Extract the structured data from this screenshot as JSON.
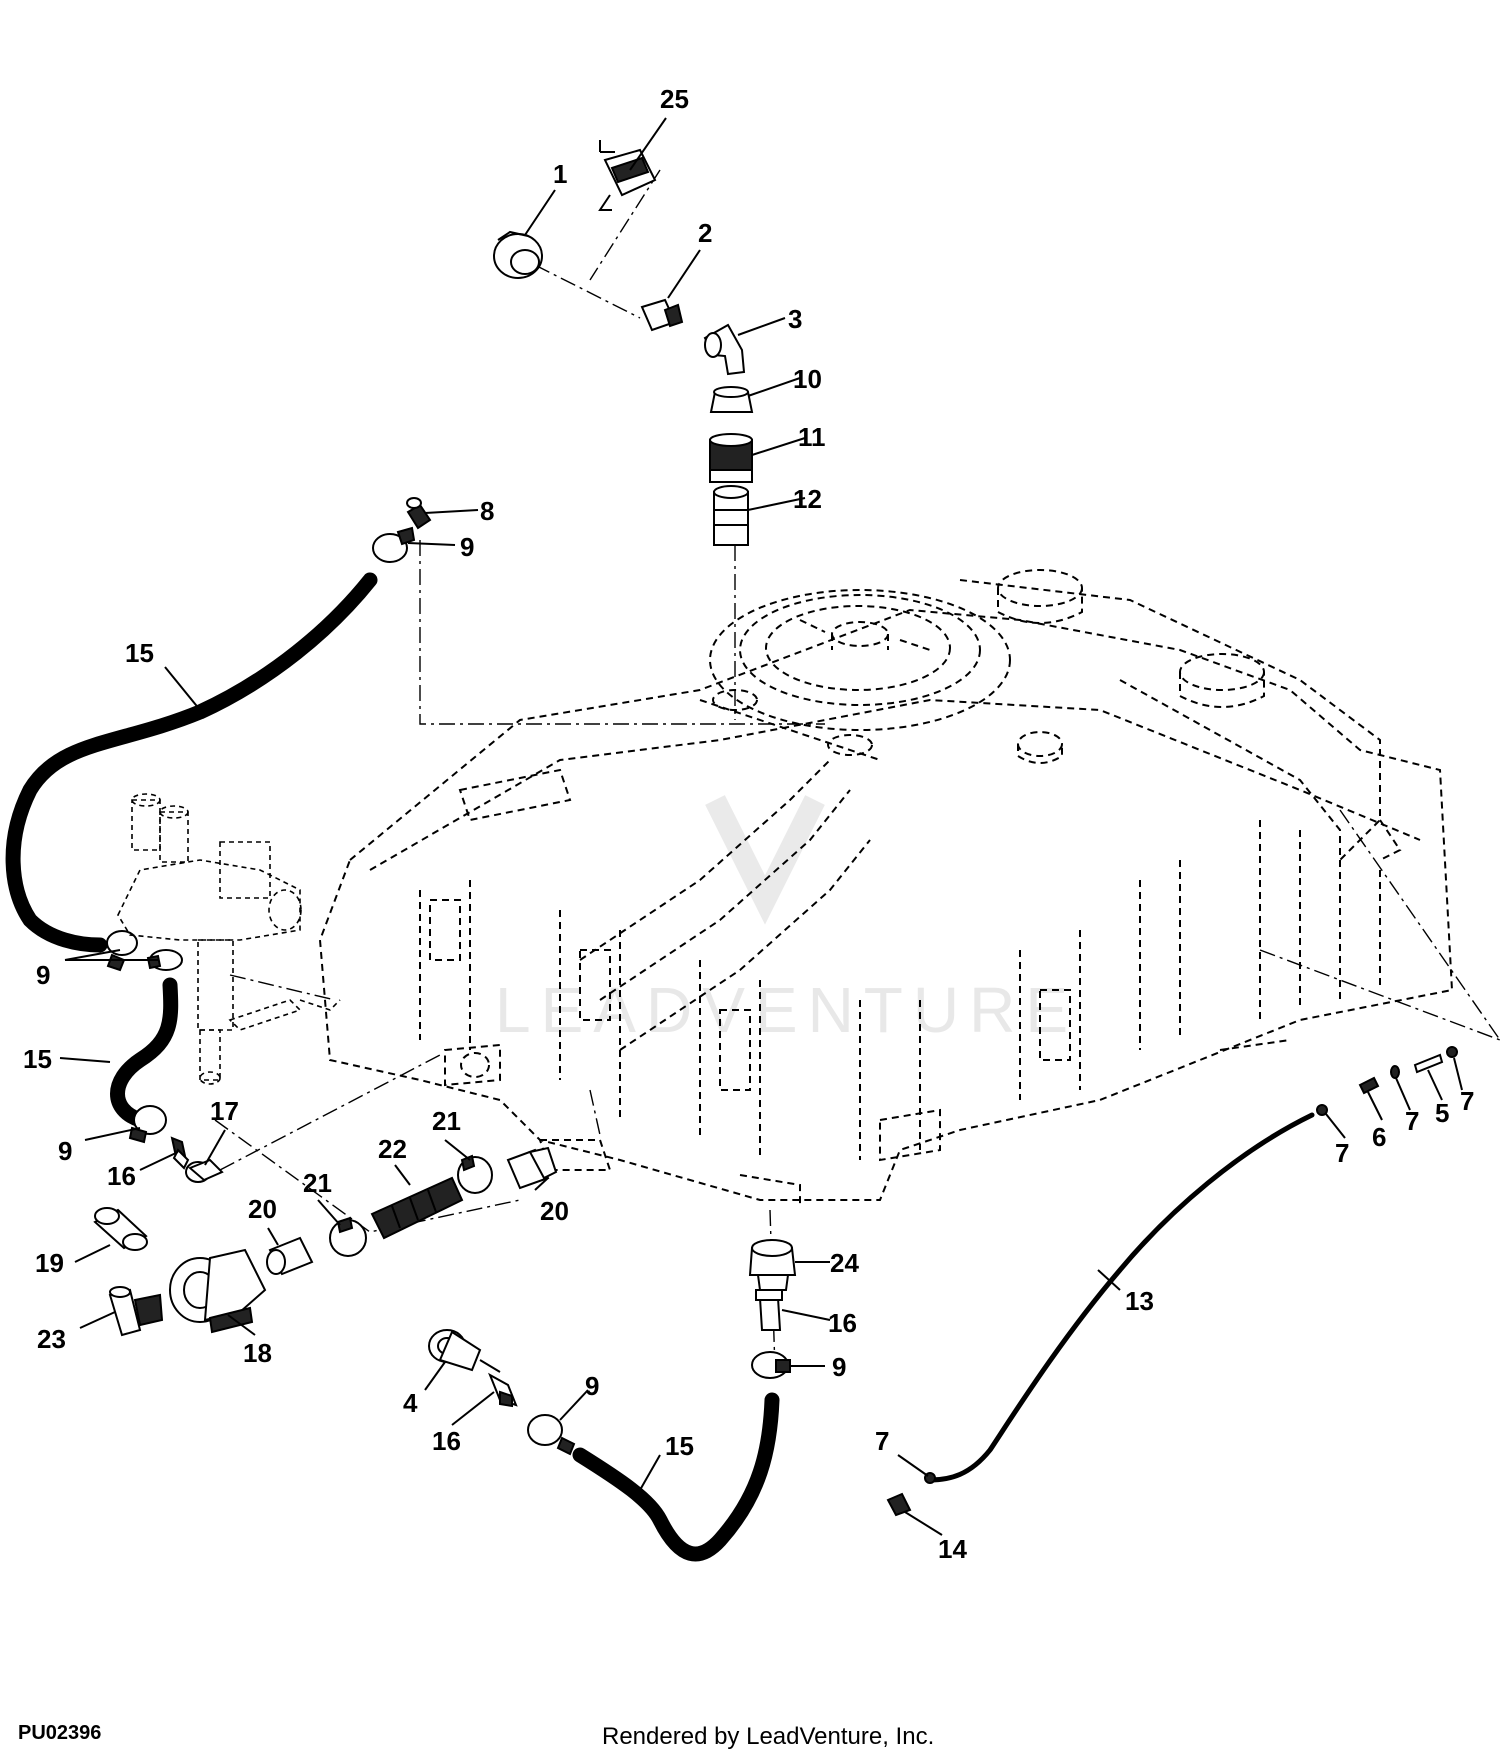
{
  "diagram_code": "PU02396",
  "footer_text": "Rendered by LeadVenture, Inc.",
  "watermark_text": "LEADVENTURE",
  "colors": {
    "line": "#000000",
    "background": "#ffffff",
    "watermark": "#e6e6e6"
  },
  "callouts": {
    "c25": "25",
    "c1": "1",
    "c2": "2",
    "c3": "3",
    "c10": "10",
    "c11": "11",
    "c12": "12",
    "c8": "8",
    "c9a": "9",
    "c15a": "15",
    "c9b": "9",
    "c15b": "15",
    "c9c": "9",
    "c16a": "16",
    "c17": "17",
    "c21a": "21",
    "c22": "22",
    "c21b": "21",
    "c20a": "20",
    "c20b": "20",
    "c19": "19",
    "c23": "23",
    "c18": "18",
    "c24": "24",
    "c16b": "16",
    "c9d": "9",
    "c4": "4",
    "c16c": "16",
    "c9e": "9",
    "c15c": "15",
    "c13": "13",
    "c7a": "7",
    "c6": "6",
    "c7b": "7",
    "c5": "5",
    "c7c": "7",
    "c7d": "7",
    "c14": "14"
  }
}
